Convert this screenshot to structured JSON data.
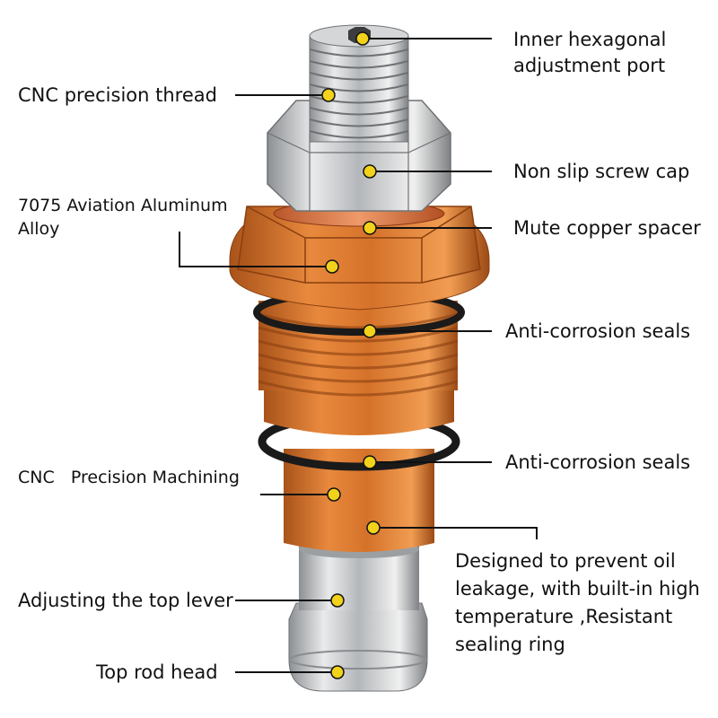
{
  "colors": {
    "orange": "#d9772e",
    "orange_dark": "#9a4a16",
    "steel": "#c9cbcd",
    "steel_dark": "#7e8184",
    "marker": "#f2d21a",
    "line": "#111111"
  },
  "labels": {
    "inner_port": "Inner hexagonal\nadjustment port",
    "cnc_thread": "CNC precision thread",
    "screw_cap": "Non slip screw cap",
    "aluminum": "7075 Aviation Aluminum\nAlloy",
    "copper_spacer": "Mute copper spacer",
    "seals_1": "Anti-corrosion seals",
    "seals_2": "Anti-corrosion seals",
    "machining": "CNC   Precision Machining",
    "leakage": "Designed to prevent oil\nleakage, with built-in high\ntemperature ,Resistant\nsealing ring",
    "top_lever": "Adjusting the top lever",
    "rod_head": "Top rod head"
  }
}
